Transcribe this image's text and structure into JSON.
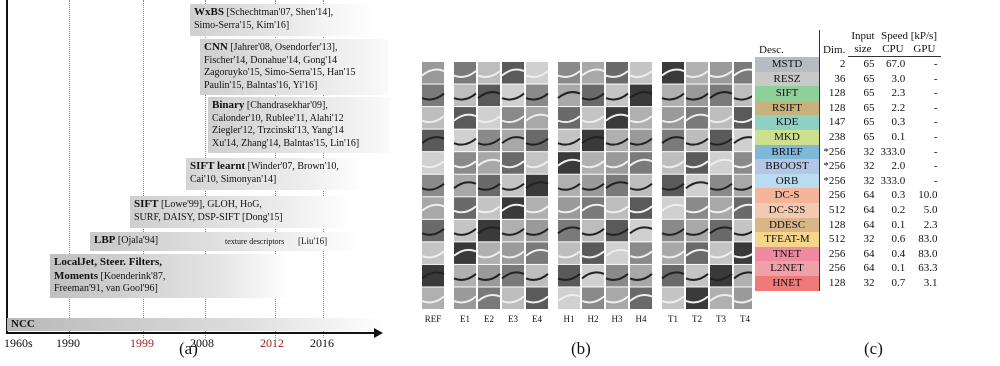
{
  "timeline": {
    "boxes": [
      {
        "name": "WxBS",
        "refs": [
          "[Schechtman'07, Shen'14],",
          "Simo-Serra'15, Kim'16]"
        ]
      },
      {
        "name": "CNN",
        "refs": [
          "[Jahrer'08, Osendorfer'13],",
          "Fischer'14, Donahue'14, Gong'14",
          "Zagoruyko'15, Simo-Serra'15, Han'15",
          "Paulin'15, Balntas'16, Yi'16]"
        ]
      },
      {
        "name": "Binary",
        "refs": [
          "[Chandrasekhar'09],",
          "Calonder'10, Rublee'11, Alahi'12",
          "Ziegler'12, Trzcinski'13, Yang'14",
          "Xu'14, Zhang'14, Balntas'15, Lin'16]"
        ]
      },
      {
        "name": "SIFT learnt",
        "refs": [
          "[Winder'07, Brown'10,",
          "Cai'10, Simonyan'14]"
        ]
      },
      {
        "name": "SIFT",
        "refs": [
          "[Lowe'99], GLOH, HoG,",
          "SURF, DAISY, DSP-SIFT [Dong'15]"
        ]
      },
      {
        "name": "LBP",
        "refs": [
          "[Ojala'94]"
        ],
        "extra": "texture descriptors",
        "extra2": "[Liu'16]"
      },
      {
        "name": "LocalJet, Steer. Filters,",
        "name2": "Moments",
        "refs": [
          "[Koenderink'87,",
          "Freeman'91, van Gool'96]"
        ]
      },
      {
        "name": "NCC",
        "refs": []
      }
    ],
    "years": [
      "1960s",
      "1990",
      "1999",
      "2008",
      "2012",
      "2016"
    ],
    "caption": "(a)"
  },
  "patches": {
    "labels": [
      "REF",
      "E1",
      "E2",
      "E3",
      "E4",
      "H1",
      "H2",
      "H3",
      "H4",
      "T1",
      "T2",
      "T3",
      "T4"
    ],
    "caption": "(b)"
  },
  "table": {
    "headers": {
      "desc": "Desc.",
      "dim": "Dim.",
      "input": "Input",
      "input2": "size",
      "speed": "Speed [kP/s]",
      "cpu": "CPU",
      "gpu": "GPU"
    },
    "rows": [
      {
        "desc": "MSTD",
        "dim": "2",
        "size": "65",
        "cpu": "67.0",
        "gpu": "-",
        "color": "#b7bcc4"
      },
      {
        "desc": "RESZ",
        "dim": "36",
        "size": "65",
        "cpu": "3.0",
        "gpu": "-",
        "color": "#c8c8c8"
      },
      {
        "desc": "SIFT",
        "dim": "128",
        "size": "65",
        "cpu": "2.3",
        "gpu": "-",
        "color": "#8fcf9a"
      },
      {
        "desc": "RSIFT",
        "dim": "128",
        "size": "65",
        "cpu": "2.2",
        "gpu": "-",
        "color": "#c7b27a"
      },
      {
        "desc": "KDE",
        "dim": "147",
        "size": "65",
        "cpu": "0.3",
        "gpu": "-",
        "color": "#8ed1c4"
      },
      {
        "desc": "MKD",
        "dim": "238",
        "size": "65",
        "cpu": "0.1",
        "gpu": "-",
        "color": "#cde08c"
      },
      {
        "desc": "BRIEF",
        "dim": "*256",
        "size": "32",
        "cpu": "333.0",
        "gpu": "-",
        "color": "#7fb8d8"
      },
      {
        "desc": "BBOOST",
        "dim": "*256",
        "size": "32",
        "cpu": "2.0",
        "gpu": "-",
        "color": "#b3c6e6"
      },
      {
        "desc": "ORB",
        "dim": "*256",
        "size": "32",
        "cpu": "333.0",
        "gpu": "-",
        "color": "#b9dcf0"
      },
      {
        "desc": "DC-S",
        "dim": "256",
        "size": "64",
        "cpu": "0.3",
        "gpu": "10.0",
        "color": "#f4b59a"
      },
      {
        "desc": "DC-S2S",
        "dim": "512",
        "size": "64",
        "cpu": "0.2",
        "gpu": "5.0",
        "color": "#f4c9b3"
      },
      {
        "desc": "DDESC",
        "dim": "128",
        "size": "64",
        "cpu": "0.1",
        "gpu": "2.3",
        "color": "#d9b58a"
      },
      {
        "desc": "TFEAT-M",
        "dim": "512",
        "size": "32",
        "cpu": "0.6",
        "gpu": "83.0",
        "color": "#f7d58a"
      },
      {
        "desc": "TNET",
        "dim": "256",
        "size": "64",
        "cpu": "0.4",
        "gpu": "83.0",
        "color": "#f08aa0"
      },
      {
        "desc": "L2NET",
        "dim": "256",
        "size": "64",
        "cpu": "0.1",
        "gpu": "63.3",
        "color": "#f0a0a8"
      },
      {
        "desc": "HNET",
        "dim": "128",
        "size": "32",
        "cpu": "0.7",
        "gpu": "3.1",
        "color": "#f07a7a"
      }
    ],
    "caption": "(c)"
  }
}
